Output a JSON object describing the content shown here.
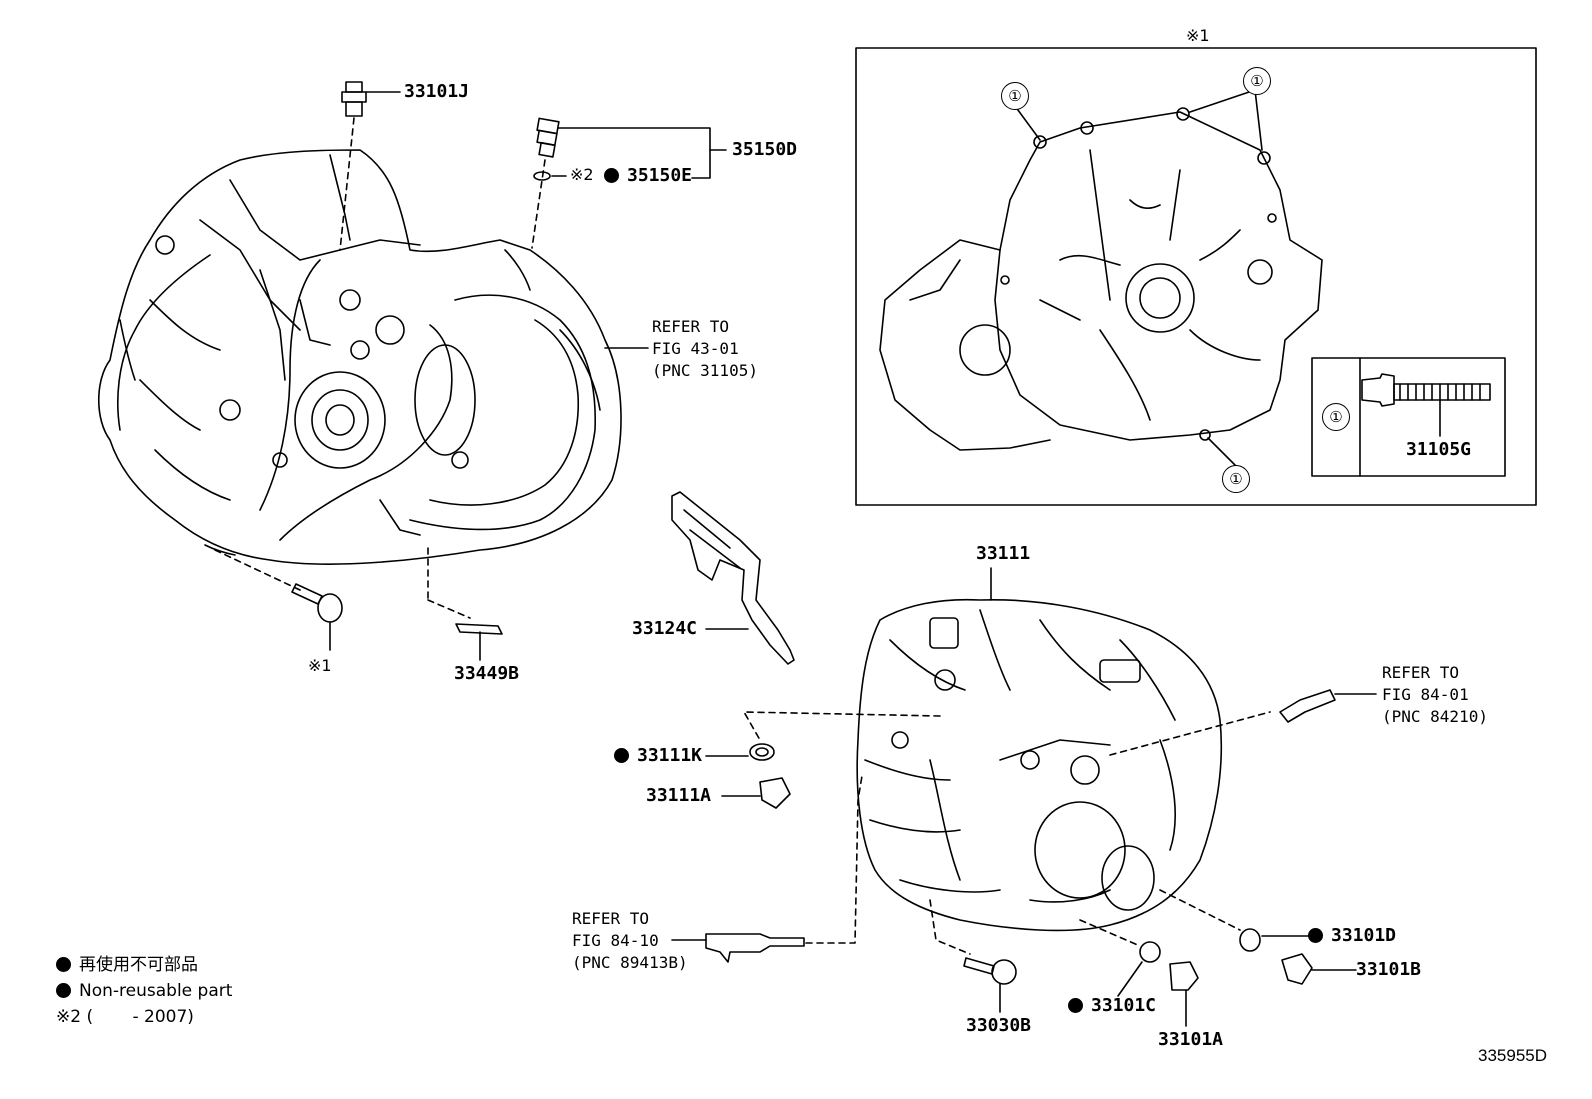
{
  "inset": {
    "title_mark": "※1",
    "callout": "①",
    "part_no": "31105G"
  },
  "parts": {
    "p33101J": "33101J",
    "p35150D": "35150D",
    "p35150E": "35150E",
    "p35150E_mark": "※2",
    "p33449B": "33449B",
    "bolt_mark": "※1",
    "p33124C": "33124C",
    "p33111": "33111",
    "p33111K": "33111K",
    "p33111A": "33111A",
    "p33101D": "33101D",
    "p33101B": "33101B",
    "p33101C": "33101C",
    "p33101A": "33101A",
    "p33030B": "33030B"
  },
  "refs": {
    "r1": [
      "REFER TO",
      "FIG 43-01",
      "(PNC 31105)"
    ],
    "r2": [
      "REFER TO",
      "FIG 84-01",
      "(PNC 84210)"
    ],
    "r3": [
      "REFER TO",
      "FIG 84-10",
      "(PNC 89413B)"
    ]
  },
  "legend": {
    "line1": "再使用不可部品",
    "line2": "Non-reusable part",
    "line3": "※2 (　　 - 2007)"
  },
  "diagram_code": "335955D"
}
